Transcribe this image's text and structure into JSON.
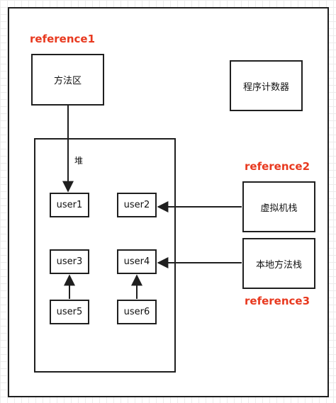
{
  "refs": {
    "ref1": "reference1",
    "ref2": "reference2",
    "ref3": "reference3"
  },
  "nodes": {
    "method_area": "方法区",
    "pc_register": "程序计数器",
    "heap": "堆",
    "user1": "user1",
    "user2": "user2",
    "user3": "user3",
    "user4": "user4",
    "user5": "user5",
    "user6": "user6",
    "vm_stack": "虚拟机栈",
    "native_stack": "本地方法栈"
  },
  "colors": {
    "reference_text": "#e8391f",
    "stroke": "#1f1f1f"
  }
}
